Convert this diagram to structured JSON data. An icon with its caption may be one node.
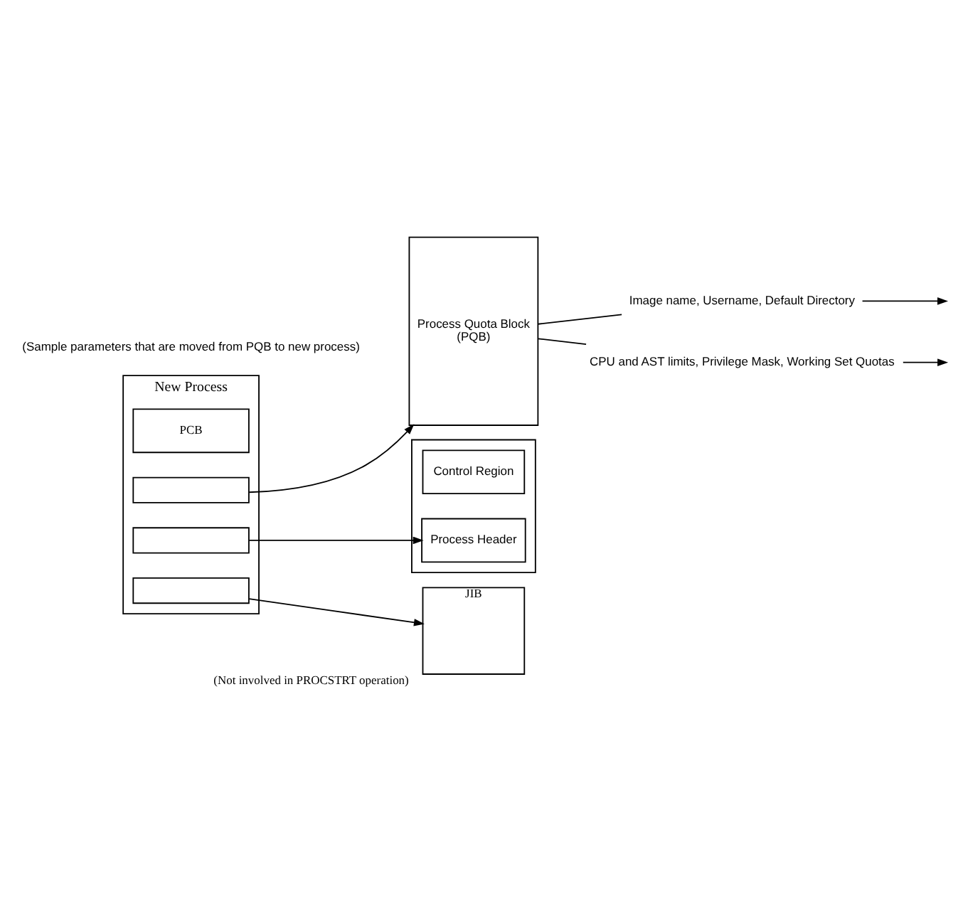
{
  "diagram": {
    "nodes": [
      {
        "text": [
          "New Process"
        ]
      },
      {
        "text": [
          "PCB"
        ],
        "in": 0
      },
      {
        "text": [],
        "shape": "box",
        "in": 0
      },
      {
        "text": [],
        "shape": "box",
        "in": 0
      },
      {
        "text": [],
        "shape": "box",
        "in": 0
      },
      {
        "text": [
          "JIB"
        ],
        "beside": [
          "(Not involved in PROCSTRT operation)"
        ]
      },
      {
        "text": [
          "Process Quota Block",
          "(PQB)"
        ]
      },
      {
        "text": [],
        "shape": "box"
      },
      {
        "text": [
          "Control Region"
        ],
        "in": 7
      },
      {
        "text": [
          "Process Header"
        ],
        "in": 7
      },
      {
        "text": [
          "Image name, Username, Default Directory"
        ]
      },
      {
        "text": [
          "CPU and AST limits, Privilege Mask, Working Set Quotas"
        ]
      }
    ],
    "edges": [
      {
        "from": 2,
        "to": 6,
        "arrow": "to"
      },
      {
        "from": 3,
        "to": 9,
        "arrow": "to"
      },
      {
        "from": 4,
        "to": 5,
        "arrow": "to"
      },
      {
        "from": 6,
        "to": 10,
        "arrow": "none"
      },
      {
        "from": 6,
        "to": 11,
        "arrow": "none"
      },
      {
        "from": 10,
        "to": null,
        "arrow": "to"
      },
      {
        "from": 11,
        "to": null,
        "arrow": "to"
      }
    ],
    "labels": [
      "(Sample parameters that are moved from PQB to new process)"
    ]
  }
}
